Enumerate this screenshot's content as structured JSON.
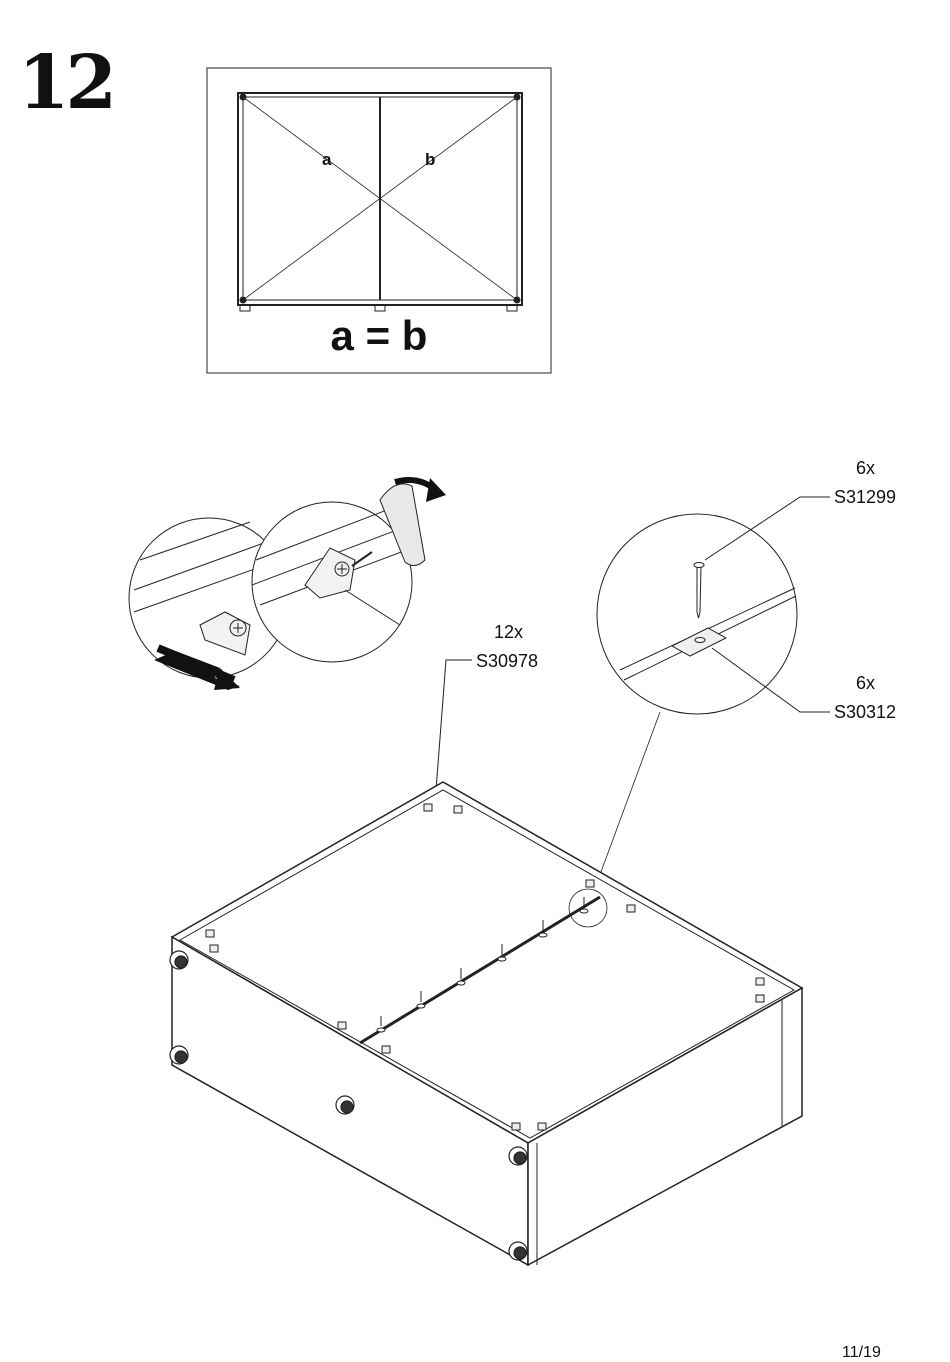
{
  "step": {
    "number": "12"
  },
  "check_diagram": {
    "label_a": "a",
    "label_b": "b",
    "equation": "a = b"
  },
  "callouts": [
    {
      "qty": "12x",
      "part": "S30978"
    },
    {
      "qty": "6x",
      "part": "S31299"
    },
    {
      "qty": "6x",
      "part": "S30312"
    }
  ],
  "page": {
    "number": "11/19"
  }
}
